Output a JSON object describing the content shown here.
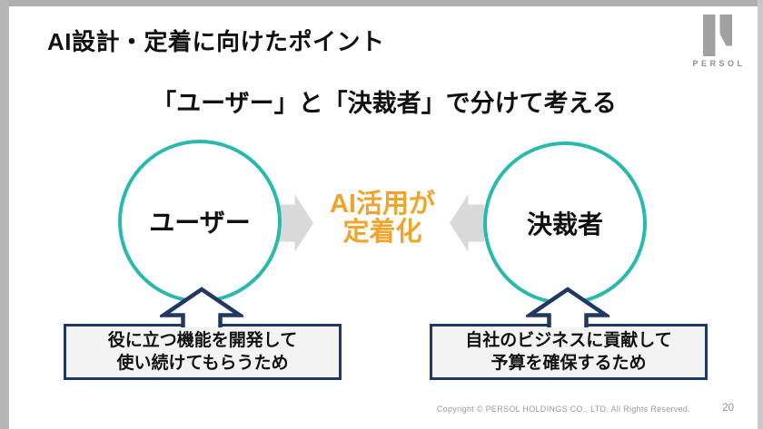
{
  "slide": {
    "title": "AI設計・定着に向けたポイント",
    "subtitle": "「ユーザー」と「決裁者」で分けて考える",
    "user_circle": {
      "label": "ユーザー"
    },
    "approver_circle": {
      "label": "決裁者"
    },
    "center_message": {
      "line1": "AI活用が",
      "line2": "定着化"
    },
    "user_reason_box": {
      "line1": "役に立つ機能を開発して",
      "line2": "使い続けてもらうため"
    },
    "approver_reason_box": {
      "line1": "自社のビジネスに貢献して",
      "line2": "予算を確保するため"
    },
    "logo": {
      "text": "PERSOL"
    },
    "footer": {
      "copyright": "Copyright © PERSOL HOLDINGS CO., LTD. All Rights Reserved.",
      "page_number": "20"
    }
  },
  "icons": {
    "arrow_right": "right-block-arrow",
    "arrow_left": "left-block-arrow",
    "arrow_up": "up-block-arrow"
  },
  "colors": {
    "teal": "#2ab9af",
    "navy": "#1f3864",
    "orange": "#f0a42c",
    "arrow_gray": "#d9d9d9",
    "box_fill": "#f3f3f3",
    "logo_gray": "#a1a1a1"
  }
}
